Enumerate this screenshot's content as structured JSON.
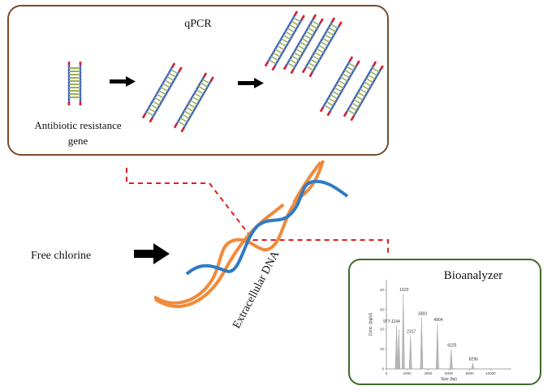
{
  "qpcr_box": {
    "title": "qPCR",
    "gene_label_line1": "Antibiotic resistance",
    "gene_label_line2": "gene",
    "border_color": "#7a4a2a"
  },
  "free_chlorine_label": "Free chlorine",
  "edna_label": "Extracellular DNA",
  "bioanalyzer_box": {
    "title": "Bioanalyzer",
    "border_color": "#3f6b2a",
    "ylabel": "Conc. (pg/ul)",
    "xlabel": "Size (bp)"
  },
  "colors": {
    "strand_blue": "#2f7bc4",
    "strand_orange": "#f08a3a",
    "dna_backbone": "#3d5fc6",
    "dna_end": "#d8202c",
    "dna_rung": "#9ab05a",
    "arrow": "#000000",
    "dashed": "#e0201e"
  },
  "chart_data": {
    "type": "line",
    "xlabel": "Size (bp)",
    "ylabel": "Conc. (pg/ul)",
    "xlim": [
      0,
      12000
    ],
    "ylim": [
      0,
      45
    ],
    "xticks": [
      0,
      2000,
      4000,
      6000,
      8000,
      10000
    ],
    "yticks": [
      0,
      10,
      20,
      30,
      40
    ],
    "peaks": [
      {
        "x": 977,
        "y": 22,
        "label": "977-1194"
      },
      {
        "x": 1194,
        "y": 20,
        "label": ""
      },
      {
        "x": 1623,
        "y": 38,
        "label": "1623"
      },
      {
        "x": 2317,
        "y": 17,
        "label": "2317"
      },
      {
        "x": 3383,
        "y": 26,
        "label": "3383"
      },
      {
        "x": 4904,
        "y": 23,
        "label": "4904"
      },
      {
        "x": 6225,
        "y": 10,
        "label": "6225"
      },
      {
        "x": 8296,
        "y": 3,
        "label": "8296"
      }
    ]
  }
}
